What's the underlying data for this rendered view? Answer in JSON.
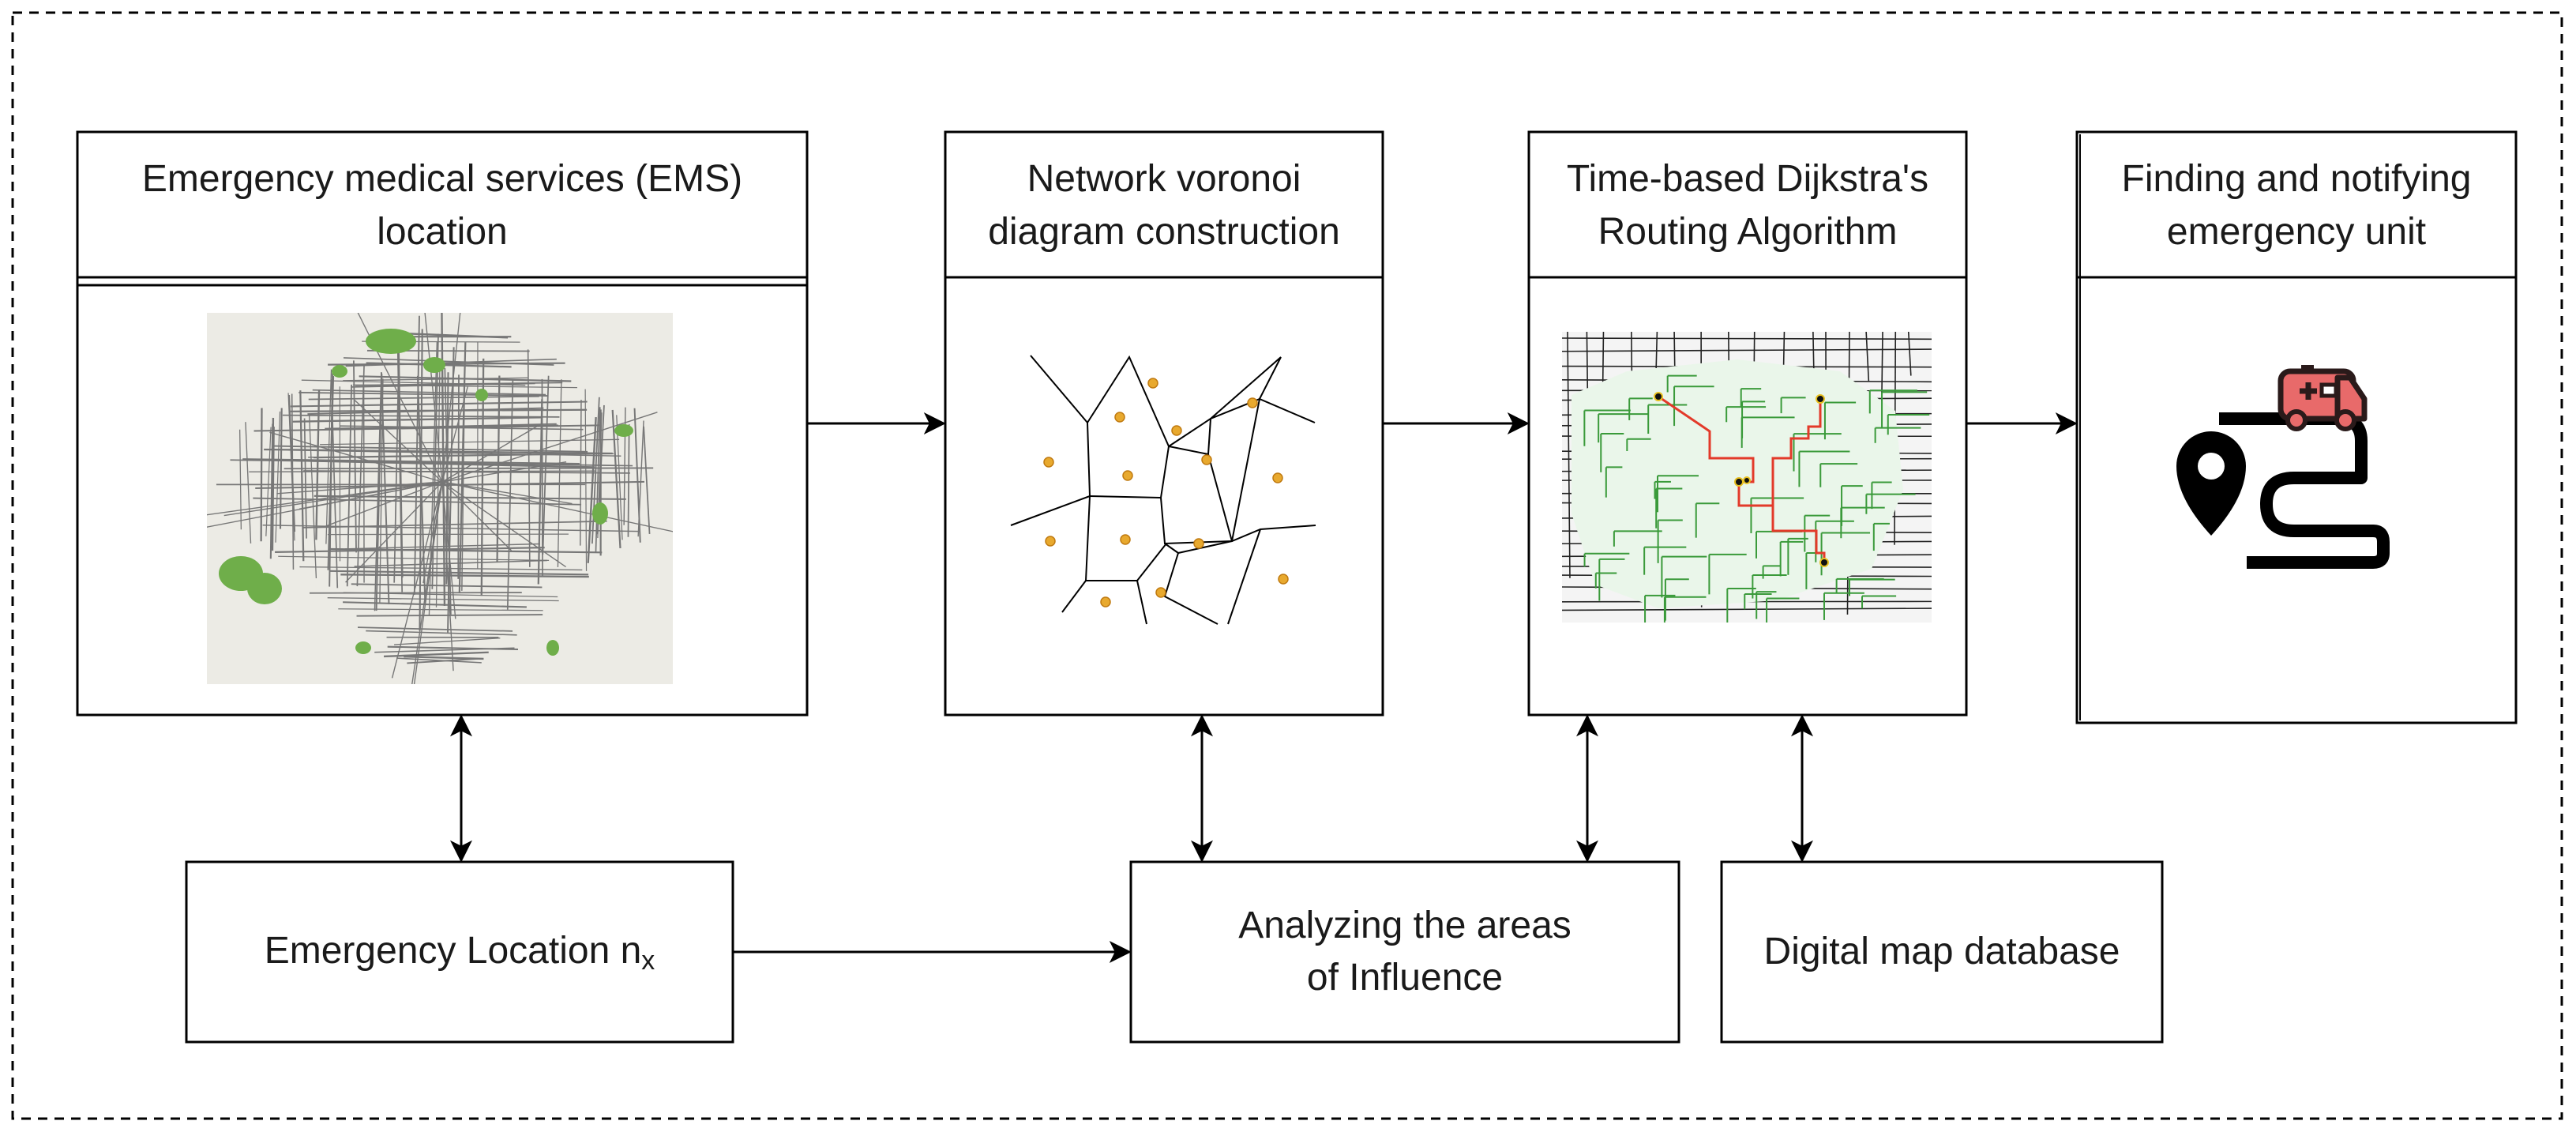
{
  "boxes": {
    "ems": {
      "title_lines": [
        "Emergency medical services (EMS)",
        "location"
      ]
    },
    "voronoi": {
      "title_lines": [
        "Network voronoi",
        "diagram construction"
      ]
    },
    "dijkstra": {
      "title_lines": [
        "Time-based Dijkstra's",
        "Routing  Algorithm"
      ]
    },
    "notify": {
      "title_lines": [
        "Finding and notifying",
        "emergency unit"
      ]
    },
    "emergency_location": {
      "text": "Emergency Location n",
      "subscript": "x"
    },
    "analyzing": {
      "lines": [
        "Analyzing the areas",
        "of Influence"
      ]
    },
    "digital_map": {
      "text": "Digital map database"
    }
  },
  "colors": {
    "line": "#000000",
    "map_bg": "#ecebe5",
    "map_roads": "#777777",
    "map_green": "#6fae4a",
    "voronoi_site": "#e8a92e",
    "route_green": "#3a9a3a",
    "route_red": "#e33a2a",
    "ambulance": "#e86a6a",
    "ambulance_dark": "#2a1a1a"
  },
  "icons": {
    "map": "city-street-map-icon",
    "voronoi": "voronoi-diagram-icon",
    "routing": "routing-map-icon",
    "route": "ambulance-route-icon"
  }
}
